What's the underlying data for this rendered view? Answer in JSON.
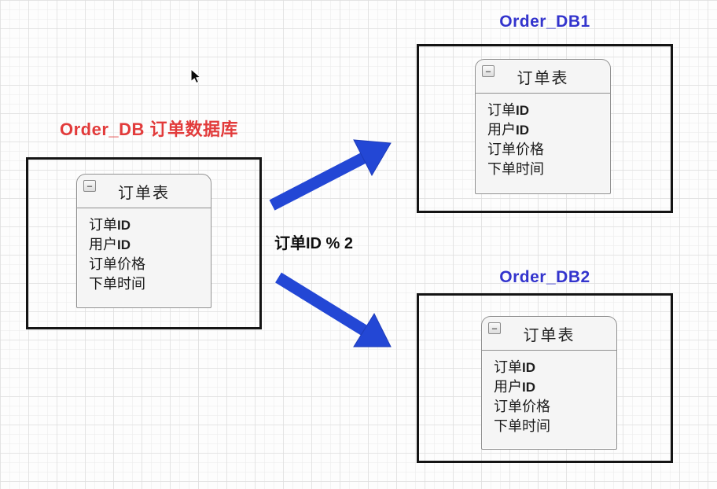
{
  "diagram_title_context": {
    "source_heading": "Order_DB 订单数据库",
    "shard1_heading": "Order_DB1",
    "shard2_heading": "Order_DB2"
  },
  "order_table": {
    "title": "订单表",
    "collapse_glyph": "−",
    "fields": [
      {
        "zh": "订单",
        "latin": "ID"
      },
      {
        "zh": "用户",
        "latin": "ID"
      },
      {
        "zh": "订单价格",
        "latin": ""
      },
      {
        "zh": "下单时间",
        "latin": ""
      }
    ]
  },
  "route": {
    "zh": "订单",
    "latin": "ID % 2"
  },
  "colors": {
    "source_heading": "#e23b3b",
    "shard_heading": "#3334cd",
    "arrow_fill": "#2347d5",
    "arrow_edge": "#1d3bb8",
    "db_box_border": "#141414",
    "card_fill": "#f5f5f5",
    "card_border": "#8f8f8f"
  }
}
